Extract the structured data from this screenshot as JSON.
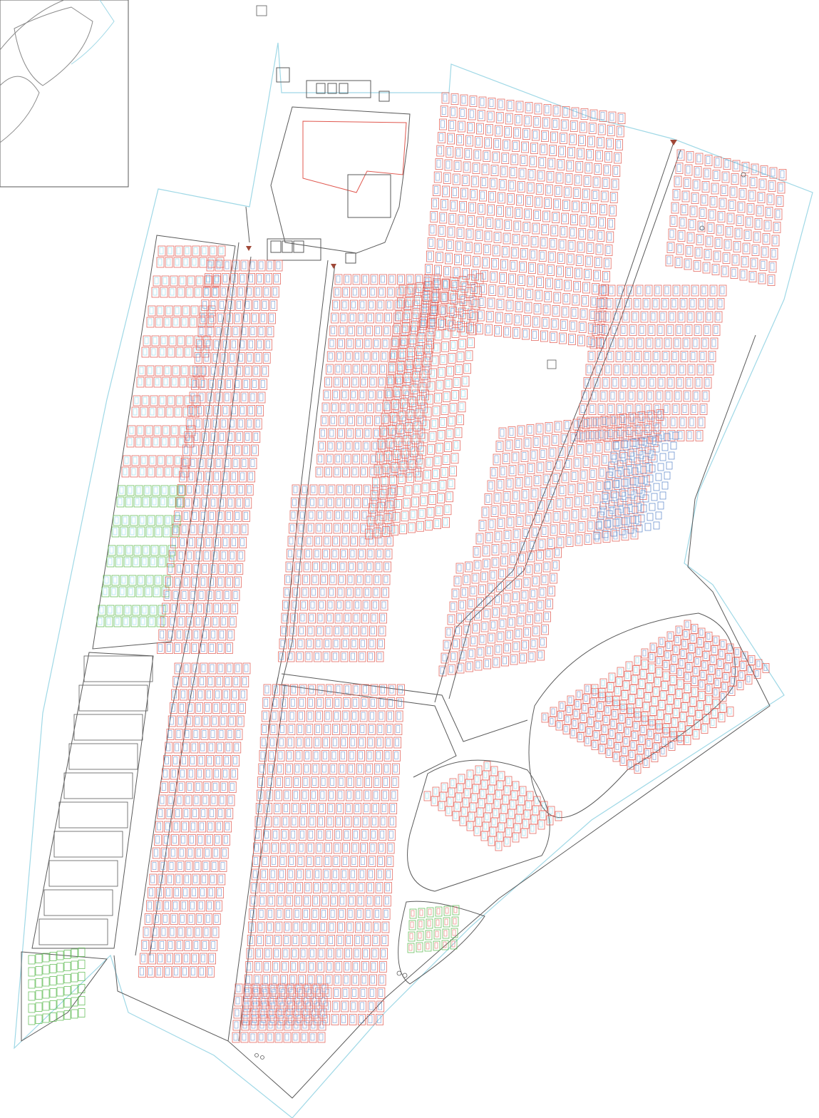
{
  "colors": {
    "background": "#ffffff",
    "boundary": "#9fd8e6",
    "outline": "#5a5a5a",
    "plot_red": "#e0584f",
    "plot_blue": "#5a86c8",
    "plot_cyan": "#7fd4e8",
    "plot_green": "#58b84a",
    "marker_orange": "#e8923a"
  },
  "icons": [
    "north-arrow-icon",
    "site-marker-icon"
  ],
  "sections": [
    "inset-map",
    "entrance-building-complex",
    "west-green-blocks",
    "west-empty-lots",
    "central-west-grid",
    "central-grid",
    "north-east-grid",
    "east-grid",
    "oval-section-east",
    "oval-section-south",
    "small-oval-section",
    "south-west-wedge"
  ]
}
